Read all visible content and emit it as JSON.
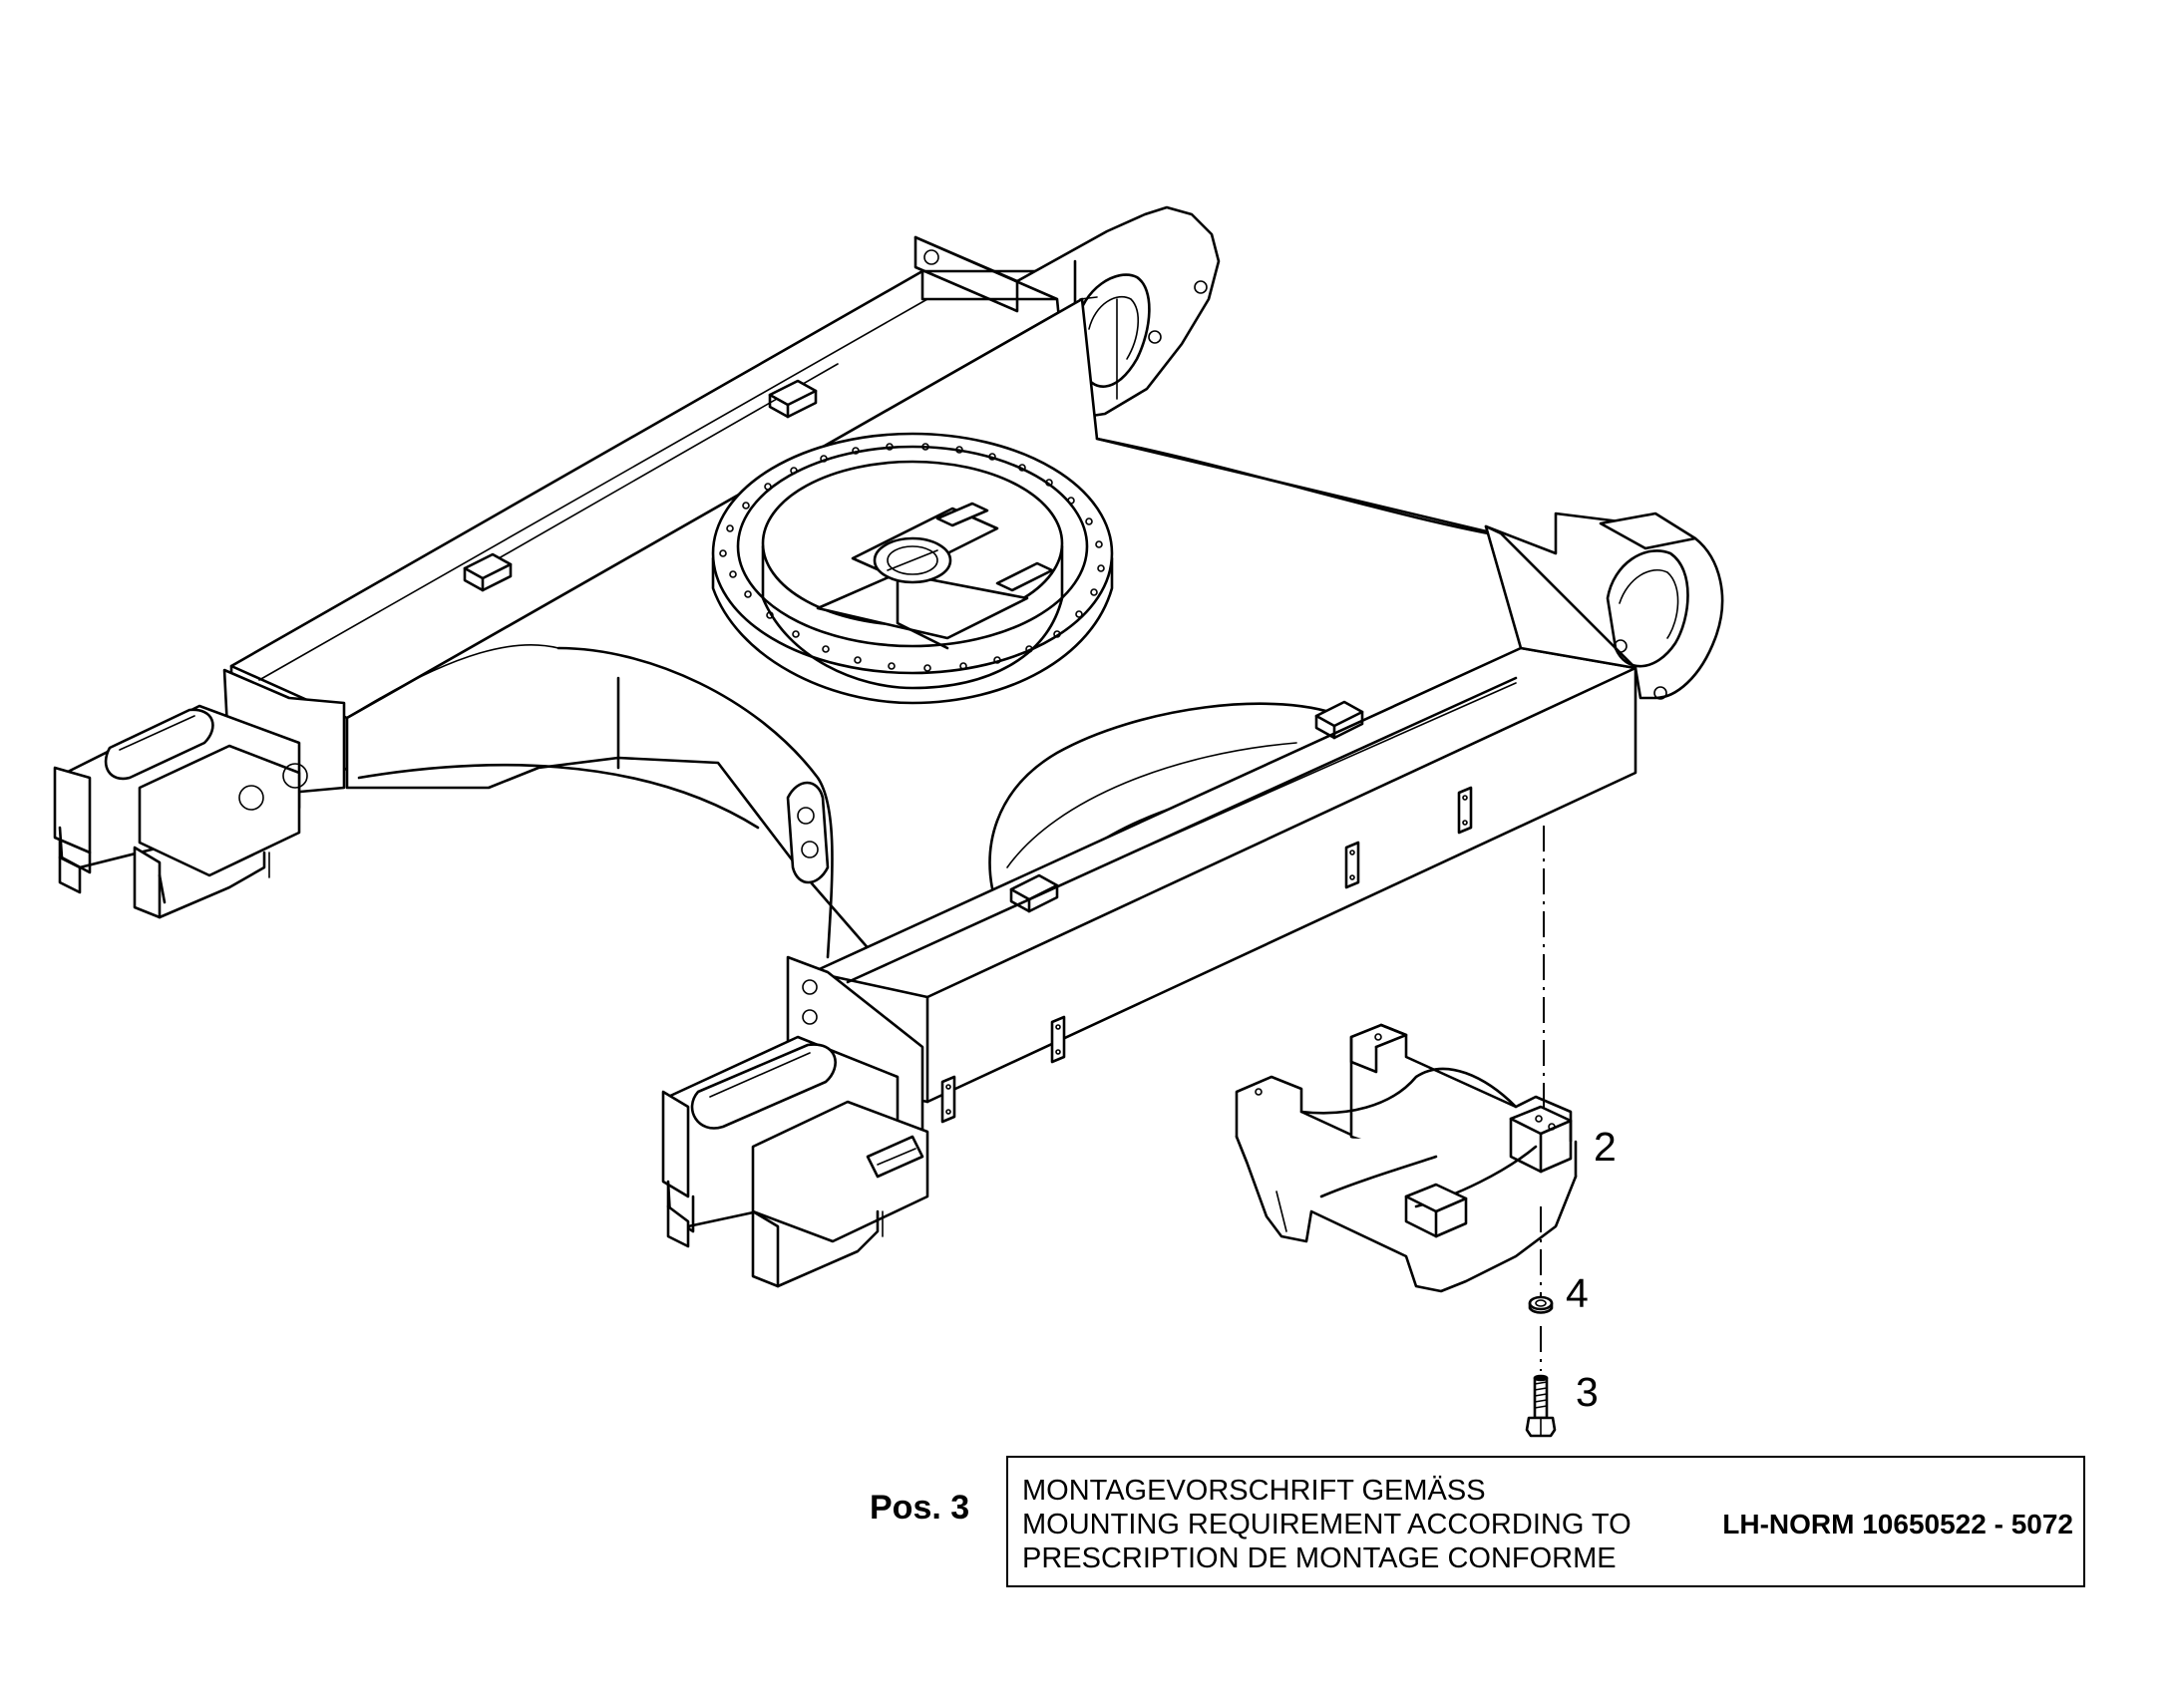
{
  "callouts": [
    {
      "id": "2",
      "label": "2"
    },
    {
      "id": "4",
      "label": "4"
    },
    {
      "id": "3",
      "label": "3"
    }
  ],
  "note": {
    "position_label": "Pos. 3",
    "lines": [
      "MONTAGEVORSCHRIFT GEMÄSS",
      "MOUNTING REQUIREMENT ACCORDING TO",
      "PRESCRIPTION DE MONTAGE CONFORME"
    ],
    "norm": "LH-NORM 10650522 - 5072"
  }
}
